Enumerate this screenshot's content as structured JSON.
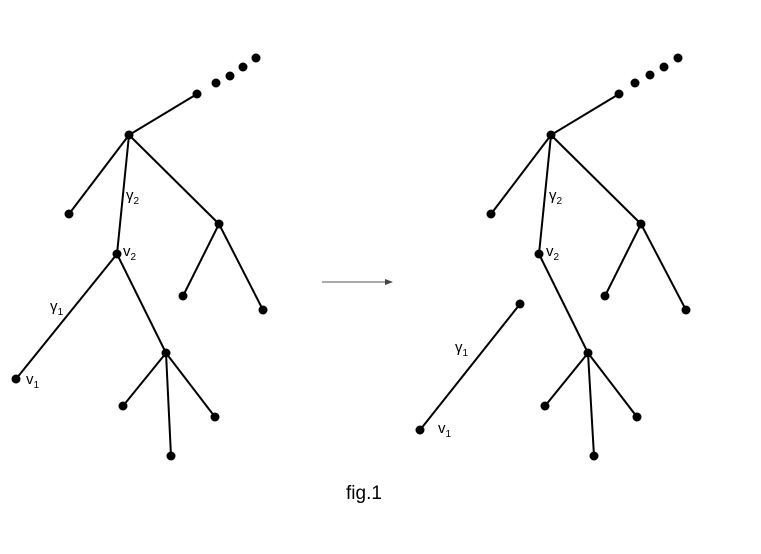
{
  "caption": "fig.1",
  "labels": {
    "gamma1": {
      "sym": "γ",
      "sub": "1"
    },
    "gamma2": {
      "sym": "γ",
      "sub": "2"
    },
    "v1": {
      "sym": "v",
      "sub": "1"
    },
    "v2": {
      "sym": "v",
      "sub": "2"
    }
  },
  "left_tree": {
    "root": "R",
    "edges": [
      [
        "R",
        "T1"
      ],
      [
        "R",
        "L1"
      ],
      [
        "R",
        "V2"
      ],
      [
        "R",
        "C1"
      ],
      [
        "C1",
        "L2"
      ],
      [
        "C1",
        "L3"
      ],
      [
        "V2",
        "V1"
      ],
      [
        "V2",
        "C2"
      ],
      [
        "C2",
        "L4"
      ],
      [
        "C2",
        "L5"
      ],
      [
        "C2",
        "L6"
      ]
    ],
    "ellipsis_dots": 4
  },
  "right_tree": {
    "root": "R",
    "edges": [
      [
        "R",
        "T1"
      ],
      [
        "R",
        "L1"
      ],
      [
        "R",
        "V2"
      ],
      [
        "R",
        "C1"
      ],
      [
        "C1",
        "L2"
      ],
      [
        "C1",
        "L3"
      ],
      [
        "V2",
        "C2"
      ],
      [
        "C2",
        "L4"
      ],
      [
        "C2",
        "L5"
      ],
      [
        "C2",
        "L6"
      ]
    ],
    "detached_edge": [
      "V1",
      "D"
    ],
    "ellipsis_dots": 4
  },
  "arrow": {
    "direction": "right"
  }
}
